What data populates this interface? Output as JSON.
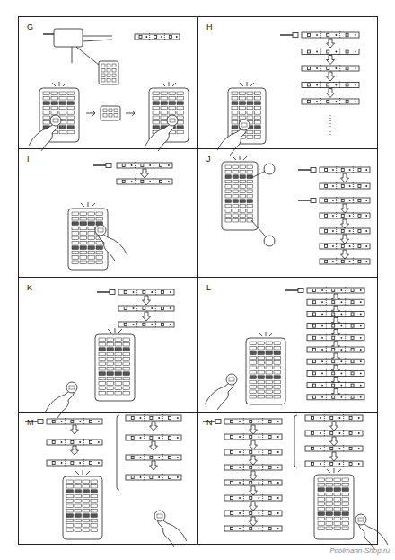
{
  "diagram": {
    "nodes": [
      {
        "text": [
          "G"
        ]
      },
      {
        "text": [
          "H"
        ]
      },
      {
        "text": [
          "I"
        ]
      },
      {
        "text": [
          "J"
        ]
      },
      {
        "text": [
          "K"
        ]
      },
      {
        "text": [
          "L"
        ]
      },
      {
        "text": [
          "M"
        ]
      },
      {
        "text": [
          "N"
        ]
      }
    ],
    "labels": [
      "Poolmann-Shop.ru"
    ]
  }
}
